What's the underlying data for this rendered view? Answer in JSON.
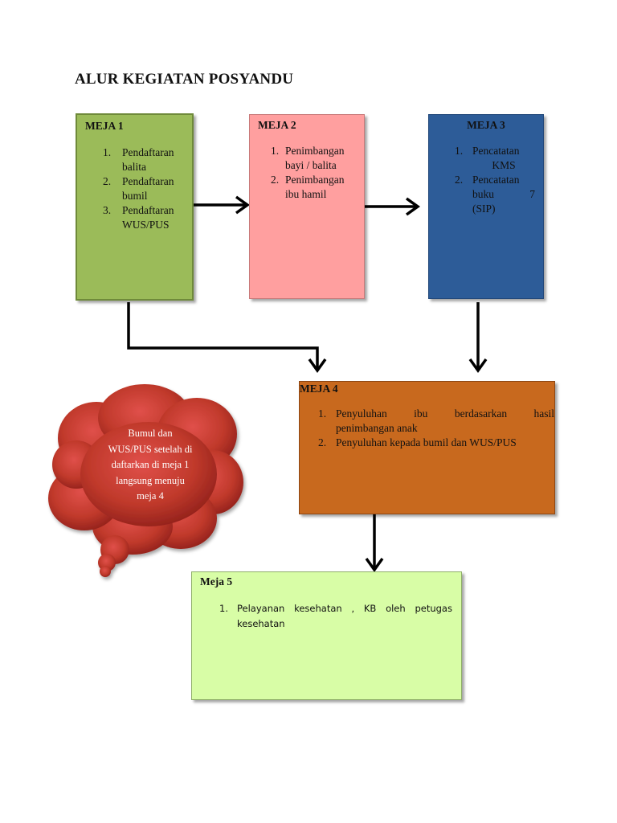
{
  "title": "ALUR KEGIATAN POSYANDU",
  "colors": {
    "meja1": "#9bbb59",
    "meja2": "#ff9f9f",
    "meja3": "#2d5c98",
    "meja4": "#c8691e",
    "meja5": "#d8fda6",
    "cloud": "#c0392b",
    "connector": "#000000"
  },
  "meja1": {
    "label": "MEJA 1",
    "items": [
      {
        "num": "1.",
        "line1": "Pendaftaran",
        "line2": "balita"
      },
      {
        "num": "2.",
        "line1": "Pendaftaran",
        "line2": "bumil"
      },
      {
        "num": "3.",
        "line1": "Pendaftaran",
        "line2": "WUS/PUS"
      }
    ]
  },
  "meja2": {
    "label": "MEJA 2",
    "items": [
      {
        "num": "1.",
        "line1": "Penimbangan",
        "line2": "bayi / balita"
      },
      {
        "num": "2.",
        "line1": "Penimbangan",
        "line2": "ibu hamil"
      }
    ]
  },
  "meja3": {
    "label": "MEJA 3",
    "items": [
      {
        "num": "1.",
        "line1": "Pencatatan",
        "line2": "KMS"
      },
      {
        "num": "2.",
        "line1": "Pencatatan",
        "line2a": "buku",
        "line2b": "7",
        "line3": "(SIP)"
      }
    ]
  },
  "meja4": {
    "label": "MEJA 4",
    "items": [
      {
        "num": "1.",
        "words": [
          "Penyuluhan",
          "ibu",
          "berdasarkan",
          "hasil"
        ],
        "line2": "penimbangan anak"
      },
      {
        "num": "2.",
        "line1": "Penyuluhan kepada bumil dan WUS/PUS"
      }
    ]
  },
  "meja5": {
    "label": "Meja 5",
    "items": [
      {
        "num": "1.",
        "words": [
          "Pelayanan",
          "kesehatan",
          ",",
          "KB",
          "oleh",
          "petugas"
        ],
        "line2": "kesehatan"
      }
    ]
  },
  "cloud_note": {
    "lines": [
      "Bumul dan",
      "WUS/PUS setelah di",
      "daftarkan di meja 1",
      "langsung menuju",
      "meja 4"
    ]
  }
}
